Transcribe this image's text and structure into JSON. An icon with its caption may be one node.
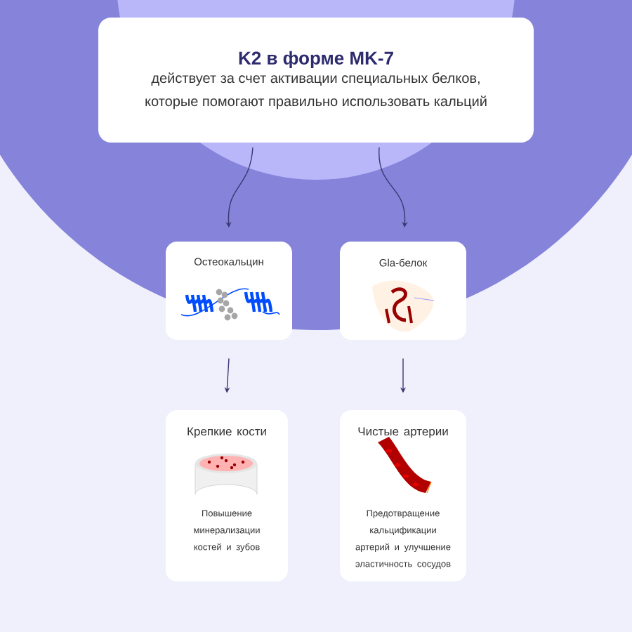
{
  "diagram": {
    "nodes": [
      {
        "text": [
          "K2 в форме MK-7",
          "действует за счет активации специальных белков, которые помогают правильно использовать кальций"
        ]
      },
      {
        "text": [
          "Остеокальцин"
        ]
      },
      {
        "text": [
          "Gla-белок"
        ]
      },
      {
        "text": [
          "Крепкие кости",
          "Повышение минерализации костей и зубов"
        ]
      },
      {
        "text": [
          "Чистые артерии",
          "Предотвращение кальцификации артерий и улучшение эластичность сосудов"
        ]
      }
    ],
    "edges": [
      {
        "from": 0,
        "to": 1,
        "arrow": "to"
      },
      {
        "from": 0,
        "to": 2,
        "arrow": "to"
      },
      {
        "from": 1,
        "to": 3,
        "arrow": "to"
      },
      {
        "from": 2,
        "to": 4,
        "arrow": "to"
      }
    ]
  }
}
